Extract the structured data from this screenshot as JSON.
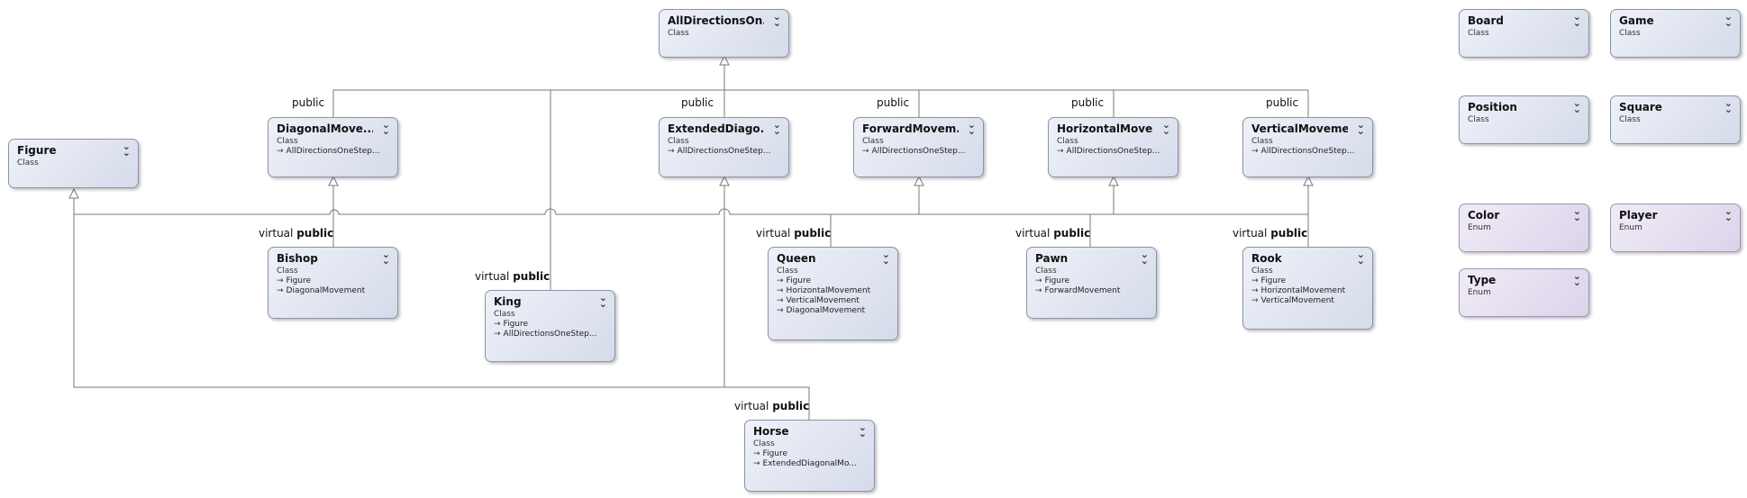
{
  "nodes": {
    "alldirs": {
      "title": "AllDirectionsOn...",
      "kind": "Class",
      "bases": []
    },
    "diagonal": {
      "title": "DiagonalMove...",
      "kind": "Class",
      "bases": [
        "AllDirectionsOneStep..."
      ]
    },
    "extdiag": {
      "title": "ExtendedDiago...",
      "kind": "Class",
      "bases": [
        "AllDirectionsOneStep..."
      ]
    },
    "forward": {
      "title": "ForwardMovem...",
      "kind": "Class",
      "bases": [
        "AllDirectionsOneStep..."
      ]
    },
    "horizontal": {
      "title": "HorizontalMove...",
      "kind": "Class",
      "bases": [
        "AllDirectionsOneStep..."
      ]
    },
    "vertical": {
      "title": "VerticalMoveme...",
      "kind": "Class",
      "bases": [
        "AllDirectionsOneStep..."
      ]
    },
    "figure": {
      "title": "Figure",
      "kind": "Class",
      "bases": []
    },
    "bishop": {
      "title": "Bishop",
      "kind": "Class",
      "bases": [
        "Figure",
        "DiagonalMovement"
      ]
    },
    "king": {
      "title": "King",
      "kind": "Class",
      "bases": [
        "Figure",
        "AllDirectionsOneStep..."
      ]
    },
    "queen": {
      "title": "Queen",
      "kind": "Class",
      "bases": [
        "Figure",
        "HorizontalMovement",
        "VerticalMovement",
        "DiagonalMovement"
      ]
    },
    "pawn": {
      "title": "Pawn",
      "kind": "Class",
      "bases": [
        "Figure",
        "ForwardMovement"
      ]
    },
    "rook": {
      "title": "Rook",
      "kind": "Class",
      "bases": [
        "Figure",
        "HorizontalMovement",
        "VerticalMovement"
      ]
    },
    "horse": {
      "title": "Horse",
      "kind": "Class",
      "bases": [
        "Figure",
        "ExtendedDiagonalMo..."
      ]
    },
    "board": {
      "title": "Board",
      "kind": "Class",
      "bases": []
    },
    "game": {
      "title": "Game",
      "kind": "Class",
      "bases": []
    },
    "position": {
      "title": "Position",
      "kind": "Class",
      "bases": []
    },
    "square": {
      "title": "Square",
      "kind": "Class",
      "bases": []
    },
    "color": {
      "title": "Color",
      "kind": "Enum",
      "bases": []
    },
    "player": {
      "title": "Player",
      "kind": "Enum",
      "bases": []
    },
    "type": {
      "title": "Type",
      "kind": "Enum",
      "bases": []
    }
  },
  "labels": {
    "public_word": "public",
    "virtual_word": "virtual",
    "base_arrow": "→",
    "chevron": "⌄"
  }
}
